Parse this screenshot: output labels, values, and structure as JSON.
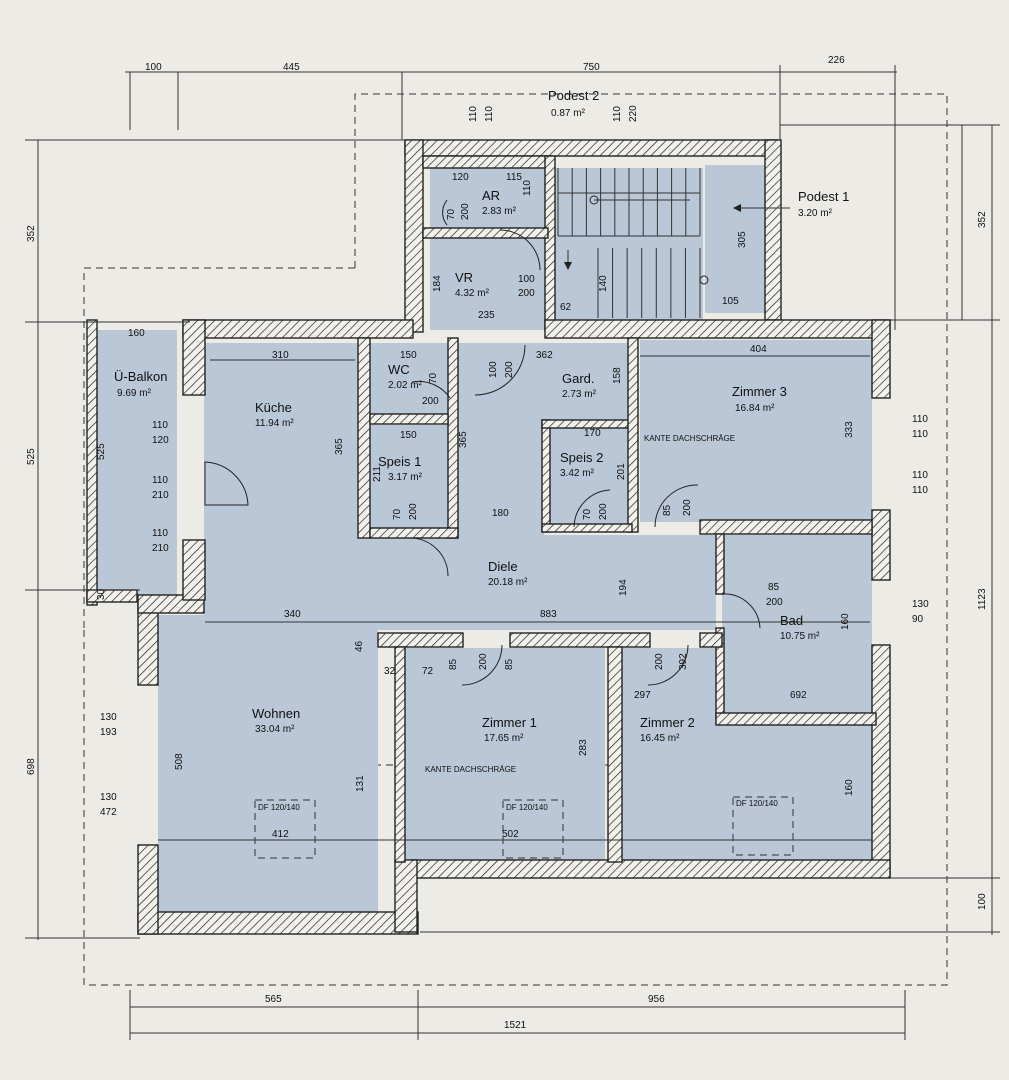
{
  "rooms": {
    "podest2": {
      "name": "Podest 2",
      "area": "0.87 m²"
    },
    "podest1": {
      "name": "Podest 1",
      "area": "3.20 m²"
    },
    "ar": {
      "name": "AR",
      "area": "2.83 m²"
    },
    "vr": {
      "name": "VR",
      "area": "4.32 m²"
    },
    "ubalkon": {
      "name": "Ü-Balkon",
      "area": "9.69 m²"
    },
    "kueche": {
      "name": "Küche",
      "area": "11.94 m²"
    },
    "wc": {
      "name": "WC",
      "area": "2.02 m²"
    },
    "gard": {
      "name": "Gard.",
      "area": "2.73 m²"
    },
    "zimmer3": {
      "name": "Zimmer 3",
      "area": "16.84 m²"
    },
    "speis1": {
      "name": "Speis 1",
      "area": "3.17 m²"
    },
    "speis2": {
      "name": "Speis 2",
      "area": "3.42 m²"
    },
    "diele": {
      "name": "Diele",
      "area": "20.18 m²"
    },
    "bad": {
      "name": "Bad",
      "area": "10.75 m²"
    },
    "wohnen": {
      "name": "Wohnen",
      "area": "33.04 m²"
    },
    "zimmer1": {
      "name": "Zimmer 1",
      "area": "17.65 m²"
    },
    "zimmer2": {
      "name": "Zimmer 2",
      "area": "16.45 m²"
    }
  },
  "annotations": {
    "kante_dachschraege": "KANTE DACHSCHRÄGE",
    "skylight": "DF 120/140"
  },
  "dimensions": {
    "top": [
      "100",
      "445",
      "750",
      "226"
    ],
    "bottom_row1": [
      "565",
      "956"
    ],
    "bottom_total": "1521",
    "left": [
      "352",
      "525",
      "698"
    ],
    "right": [
      "352",
      "1123",
      "100"
    ]
  },
  "labels": [
    "110",
    "110",
    "110",
    "220",
    "120",
    "115",
    "110",
    "70",
    "200",
    "100",
    "200",
    "184",
    "62",
    "140",
    "235",
    "305",
    "105",
    "160",
    "310",
    "150",
    "70",
    "200",
    "100",
    "200",
    "362",
    "158",
    "404",
    "110",
    "120",
    "150",
    "365",
    "365",
    "170",
    "333",
    "110",
    "110",
    "110",
    "210",
    "211",
    "201",
    "110",
    "110",
    "110",
    "210",
    "70",
    "200",
    "180",
    "70",
    "200",
    "85",
    "200",
    "525",
    "30",
    "194",
    "85",
    "200",
    "340",
    "883",
    "130",
    "90",
    "46",
    "32",
    "72",
    "85",
    "200",
    "85",
    "200",
    "392",
    "160",
    "130",
    "193",
    "297",
    "692",
    "508",
    "131",
    "283",
    "160",
    "130",
    "472",
    "412",
    "502"
  ]
}
